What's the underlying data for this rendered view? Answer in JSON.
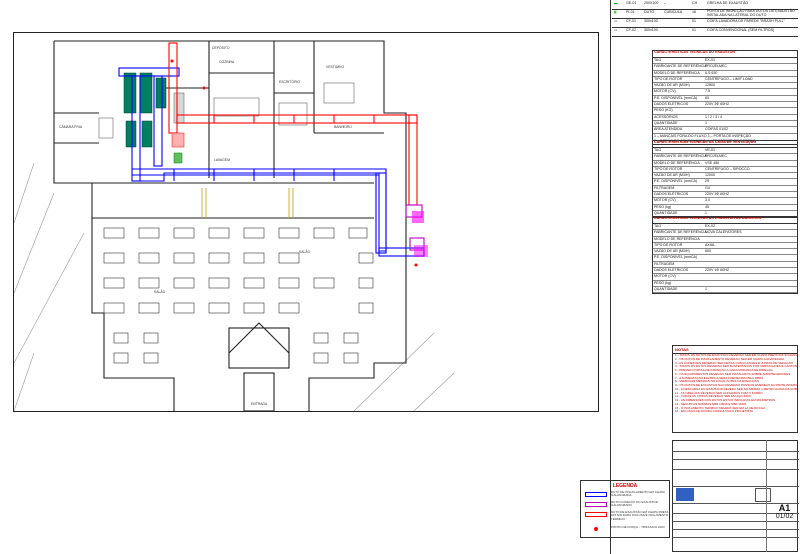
{
  "top_legend": {
    "rows": [
      {
        "tag": "GE-01",
        "size": "200X100",
        "dash": "–",
        "mark1": "",
        "mark2": "CH",
        "desc": "GRELHA DE EXAUSTÃO"
      },
      {
        "tag": "PI-01",
        "size": "DUTO",
        "dash": "CUBICULA",
        "mark1": "",
        "mark2": "16",
        "desc": "PORTA DE INSPEÇÃO PARA DUTOS DE EXAUSTÃO INSTALADA NA LATERAL DO DUTO"
      },
      {
        "tag": "CF-01",
        "size": "300x100",
        "dash": "",
        "mark1": "",
        "mark2": "01",
        "desc": "COIFA LAVADORA DE PAREDE \"BRASH PULL\""
      },
      {
        "tag": "CF-02",
        "size": "300x100",
        "dash": "",
        "mark1": "",
        "mark2": "01",
        "desc": "COIFA CONVENCIONAL (SEM FILTROS)"
      }
    ]
  },
  "table_exaustor": {
    "header": "CARACTERÍSTICAS TÉCNICAS DO EXAUSTOR",
    "rows": [
      {
        "k": "TAG",
        "v": "EX-01"
      },
      {
        "k": "FABRICANTE DE REFERÊNCIA",
        "v": "PROJELMEC"
      },
      {
        "k": "MODELO DE REFERÊNCIA",
        "v": "ILS 630"
      },
      {
        "k": "TIPO DE ROTOR",
        "v": "CENTRÍFUGO – LIMIT LOAD"
      },
      {
        "k": "VAZÃO DE AR (M3/H)",
        "v": "12800"
      },
      {
        "k": "MOTOR (CV)",
        "v": "7.5"
      },
      {
        "k": "P.E. DISPONÍVEL (mmCA)",
        "v": "60"
      },
      {
        "k": "DADOS ELÉTRICOS",
        "v": "220V 3Φ 60HZ"
      },
      {
        "k": "PESO (KG)",
        "v": ""
      },
      {
        "k": "ACESSÓRIOS",
        "v": "1 / 2 / 3 / 4"
      },
      {
        "k": "QUANTIDADE",
        "v": "1"
      },
      {
        "k": "ÁREA ATENDIDA",
        "v": "COIFAS 01/02"
      }
    ],
    "footnotes": [
      "1 – MANCAIS FORA DO FLUXO    3 – PORTA DE INSPEÇÃO",
      "2 – DRENO DE CONDENSADO    4 – PROTETOR DE CORREIA"
    ]
  },
  "table_ventilacao": {
    "header": "CARACTERÍSTICAS TÉCNICAS DA CAIXA DE VENTILAÇÃO",
    "rows": [
      {
        "k": "TAG",
        "v": "VE-01"
      },
      {
        "k": "FABRICANTE DE REFERÊNCIA",
        "v": "PROJELMEC"
      },
      {
        "k": "MODELO DE REFERÊNCIA",
        "v": "VSE 450"
      },
      {
        "k": "TIPO DE ROTOR",
        "v": "CENTRÍFUGO – SIROCCO"
      },
      {
        "k": "VAZÃO DE AR (M3/H)",
        "v": "12000"
      },
      {
        "k": "P.E. DISPONÍVEL (mmCA)",
        "v": "25"
      },
      {
        "k": "FILTRAGEM",
        "v": "G4"
      },
      {
        "k": "DADOS ELÉTRICOS",
        "v": "220V 3Φ 60HZ"
      },
      {
        "k": "MOTOR (CV)",
        "v": "3,0"
      },
      {
        "k": "PESO (kg)",
        "v": "45"
      },
      {
        "k": "QUANTIDADE",
        "v": "1"
      }
    ]
  },
  "table_banheiro": {
    "header": "CARACTERÍSTICAS TÉCNICAS DO EXAUSTOR DE BANHEIRO",
    "rows": [
      {
        "k": "TAG",
        "v": "EX-02"
      },
      {
        "k": "FABRICANTE DE REFERÊNCIA",
        "v": "NOVA CALEFATORES"
      },
      {
        "k": "MODELO DE REFERÊNCIA",
        "v": ""
      },
      {
        "k": "TIPO DE ROTOR",
        "v": "AXIAL"
      },
      {
        "k": "VAZÃO DE AR (M3/H)",
        "v": "600"
      },
      {
        "k": "P.E. DISPONÍVEL (mmCA)",
        "v": ""
      },
      {
        "k": "FILTRAGEM",
        "v": ""
      },
      {
        "k": "DADOS ELÉTRICOS",
        "v": "220V 1Φ 60HZ"
      },
      {
        "k": "MOTOR (CV)",
        "v": ""
      },
      {
        "k": "PESO (kg)",
        "v": ""
      },
      {
        "k": "QUANTIDADE",
        "v": "1"
      }
    ]
  },
  "notes": {
    "header": "NOTAS",
    "lines": [
      "1 - TODOS OS DUTOS DE EXAUSTÃO DEVERÃO SER EM CHAPA PRETA #16 SOLDADA",
      "2 - OS DUTOS DE INSUFLAMENTO DEVERÃO SER EM CHAPA GALVANIZADA",
      "3 - AS CONEXÕES DEVERÃO SER FEITAS COM FLANGES E JUNTAS DE VEDAÇÃO",
      "4 - TODOS OS DUTOS DEVERÃO SER SUSTENTADOS POR VERGALHÕES E CANTONEIRAS",
      "5 - PREVER PORTAS DE INSPEÇÃO A CADA MUDANÇA DE DIREÇÃO",
      "6 - OS EQUIPAMENTOS DEVERÃO SER INSTALADOS SOBRE AMORTECEDORES",
      "7 - A ALIMENTAÇÃO ELÉTRICA SERÁ FORNECIDA PELA OBRA",
      "8 - VERIFICAR MEDIDAS NO LOCAL ANTES DA EXECUÇÃO",
      "9 - OS DUTOS DE EXAUSTÃO NÃO DEVERÃO POSSUIR EMENDAS NA PARTE INFERIOR",
      "10 - A DESCARGA DO EXAUSTOR DEVERÁ SER NO MÍNIMO 1 METRO ACIMA DA COBERTURA",
      "11 - AS GRELHAS DEVERÃO SER ALINHADAS COM O FORRO",
      "12 - TODAS AS COIFAS DEVERÃO SER EM AÇO INOX",
      "13 - AS DIMENSÕES DOS DUTOS ESTÃO INDICADAS EM MILÍMETROS",
      "14 - SEGUIR AS NORMAS NBR 14518 E NBR 16401",
      "15 - O ISOLAMENTO TÉRMICO DEVERÁ SER EM LÃ DE ROCHA",
      "16 - EM CASO DE DÚVIDA CONSULTAR O PROJETISTA"
    ]
  },
  "legend": {
    "title": "LEGENDA",
    "items": [
      {
        "color": "#0000ff",
        "text": "DUTO DE INSUFLAMENTO EM CHAPA GALVANIZADA"
      },
      {
        "color": "#c000c0",
        "text": "DUTO CONEXÃO DO EXAUSTOR GALVANIZADO"
      },
      {
        "color": "#ff0000",
        "text": "DUTO DE EXAUSTÃO EM CHAPA PRETA #16 SOLDADA INCLUSIVE ISOLAMENTO TÉRMICO"
      },
      {
        "color": "#ff0000",
        "text": "PONTO DE FORÇA – TRIFÁSICO 220V"
      }
    ]
  },
  "titleblock": {
    "sheet": "A1",
    "number": "01/02"
  },
  "plan_labels": {
    "cozinha": "COZINHA",
    "salao": "SALÃO",
    "deposito": "DEPÓSITO",
    "entrada": "ENTRADA",
    "vestiario": "VESTIÁRIO",
    "banheiro": "BANHEIRO",
    "escritorio": "ESCRITÓRIO",
    "lavagem": "LAVAGEM",
    "camara": "CÂMARA FRIA"
  },
  "colors": {
    "supply": "#0000ff",
    "exhaust": "#ff0000",
    "connection": "#c000c0",
    "equipment": "#008060",
    "wall": "#222222"
  }
}
